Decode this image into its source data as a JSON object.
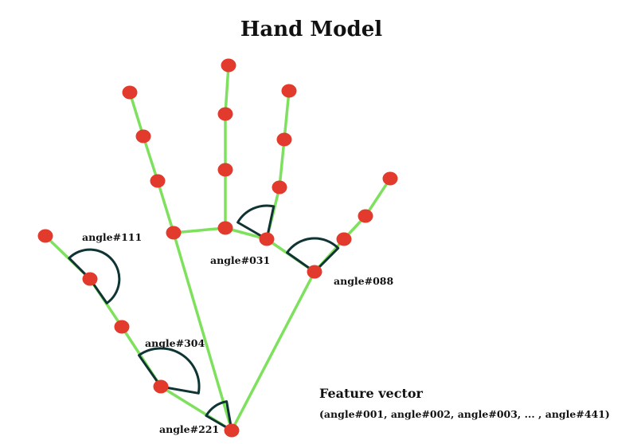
{
  "title": "Hand Model",
  "colors": {
    "bone": "#7ee15e",
    "joint": "#e23a2c",
    "arc": "#0f3433",
    "text": "#111111",
    "background": "#ffffff"
  },
  "angle_labels": {
    "a111": "angle#111",
    "a031": "angle#031",
    "a088": "angle#088",
    "a304": "angle#304",
    "a221": "angle#221"
  },
  "feature_vector": {
    "title": "Feature vector",
    "list": "(angle#001, angle#002, angle#003, ... , angle#441)"
  }
}
